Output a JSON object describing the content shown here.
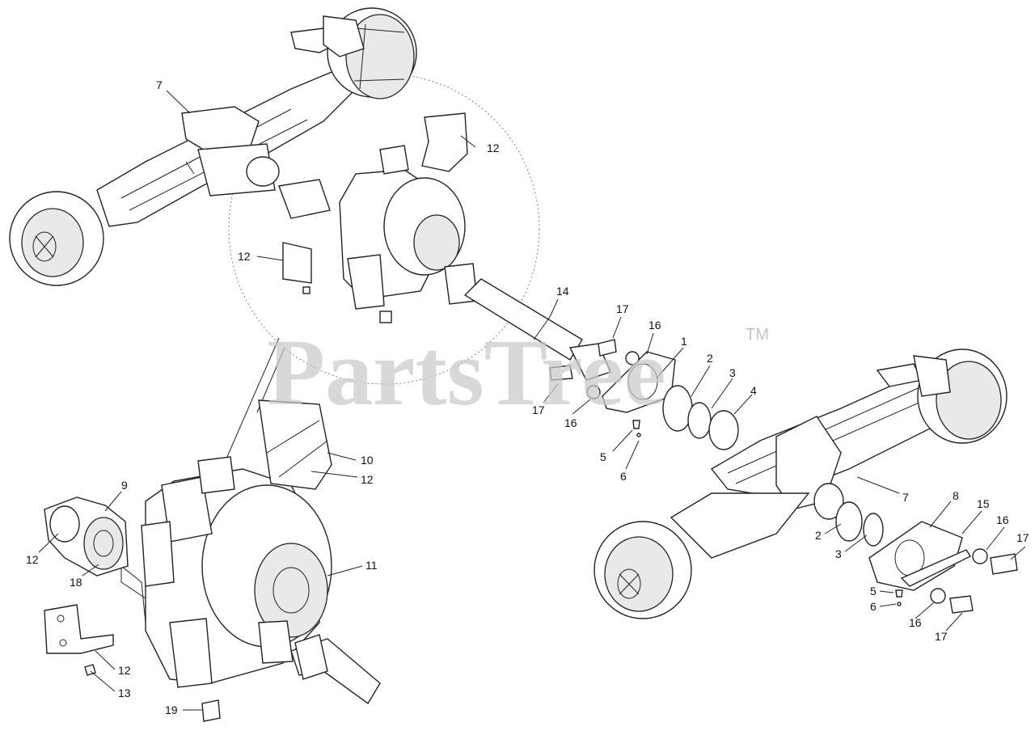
{
  "watermark": {
    "text": "PartsTree",
    "trademark": "TM"
  },
  "callouts": {
    "c1": "7",
    "c2": "12",
    "c3": "12",
    "c4": "14",
    "c5": "17",
    "c6": "16",
    "c7": "1",
    "c8": "2",
    "c9": "3",
    "c10": "4",
    "c11": "17",
    "c12": "16",
    "c13": "5",
    "c14": "6",
    "c15": "10",
    "c16": "12",
    "c17": "9",
    "c18": "12",
    "c19": "18",
    "c20": "11",
    "c21": "12",
    "c22": "13",
    "c23": "19",
    "c24": "7",
    "c25": "8",
    "c26": "15",
    "c27": "16",
    "c28": "17",
    "c29": "2",
    "c30": "3",
    "c31": "5",
    "c32": "6",
    "c33": "16",
    "c34": "17"
  }
}
